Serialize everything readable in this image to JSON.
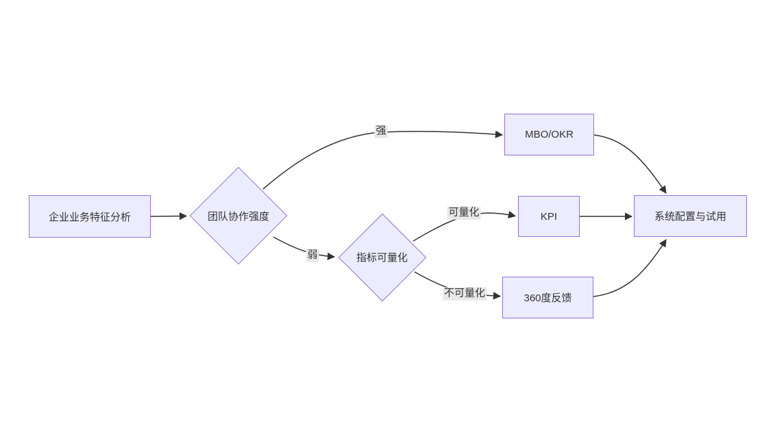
{
  "diagram": {
    "type": "flowchart",
    "colors": {
      "node_fill": "#ECECFF",
      "node_border": "#9370DB",
      "edge_color": "#333333",
      "text_color": "#333333",
      "edge_label_bg": "#e8e8e8",
      "background": "#ffffff"
    },
    "nodes": [
      {
        "id": "A",
        "shape": "rect",
        "label": "企业业务特征分析"
      },
      {
        "id": "B",
        "shape": "diamond",
        "label": "团队协作强度"
      },
      {
        "id": "C",
        "shape": "rect",
        "label": "MBO/OKR"
      },
      {
        "id": "D",
        "shape": "diamond",
        "label": "指标可量化"
      },
      {
        "id": "E",
        "shape": "rect",
        "label": "KPI"
      },
      {
        "id": "F",
        "shape": "rect",
        "label": "360度反馈"
      },
      {
        "id": "G",
        "shape": "rect",
        "label": "系统配置与试用"
      }
    ],
    "edges": [
      {
        "from": "A",
        "to": "B",
        "label": ""
      },
      {
        "from": "B",
        "to": "C",
        "label": "强"
      },
      {
        "from": "B",
        "to": "D",
        "label": "弱"
      },
      {
        "from": "D",
        "to": "E",
        "label": "可量化"
      },
      {
        "from": "D",
        "to": "F",
        "label": "不可量化"
      },
      {
        "from": "C",
        "to": "G",
        "label": ""
      },
      {
        "from": "E",
        "to": "G",
        "label": ""
      },
      {
        "from": "F",
        "to": "G",
        "label": ""
      }
    ]
  }
}
